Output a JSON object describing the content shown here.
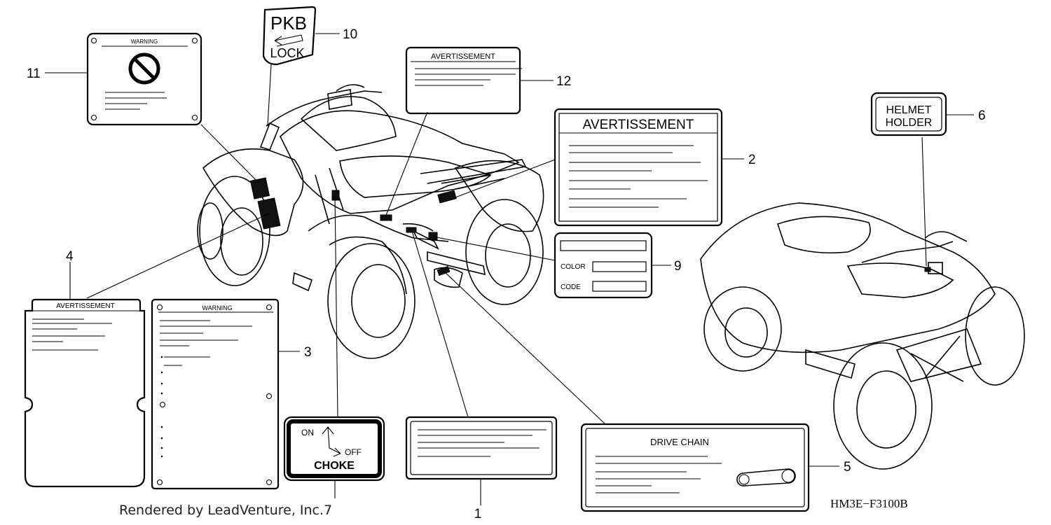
{
  "callouts": [
    "1",
    "2",
    "3",
    "4",
    "5",
    "6",
    "9",
    "10",
    "11",
    "12"
  ],
  "labels": {
    "warning": "WARNING",
    "avertissement": "AVERTISSEMENT",
    "avertissement_small": "AVERTISSEMENT",
    "helmet_line1": "HELMET",
    "helmet_line2": "HOLDER",
    "pkb_line1": "PKB",
    "pkb_line2": "LOCK",
    "color": "COLOR",
    "code": "CODE",
    "drive_chain": "DRIVE CHAIN",
    "choke_on": "ON",
    "choke_off": "OFF",
    "choke": "CHOKE"
  },
  "credit": "Rendered by LeadVenture, Inc.",
  "credit_callout": "7",
  "figure_code": "HM3E−F3100B"
}
